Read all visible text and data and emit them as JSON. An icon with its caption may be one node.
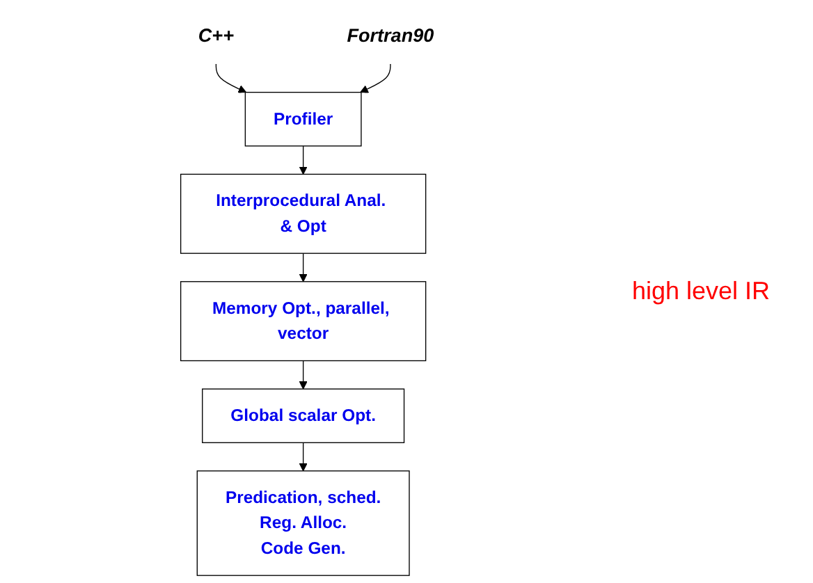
{
  "diagram": {
    "nodes": [
      {
        "text": [
          "C++"
        ]
      },
      {
        "text": [
          "Fortran90"
        ]
      },
      {
        "text": [
          "Profiler"
        ]
      },
      {
        "text": [
          "Interprocedural Anal. & Opt"
        ]
      },
      {
        "text": [
          "Memory Opt., parallel, vector"
        ]
      },
      {
        "text": [
          "Global scalar Opt."
        ]
      },
      {
        "text": [
          "Predication, sched.",
          "Reg. Alloc.",
          "Code Gen."
        ]
      }
    ],
    "edges": [
      {
        "from": 0,
        "to": 2,
        "arrow": "to"
      },
      {
        "from": 1,
        "to": 2,
        "arrow": "to"
      },
      {
        "from": 2,
        "to": 3,
        "arrow": "to"
      },
      {
        "from": 3,
        "to": 4,
        "arrow": "to"
      },
      {
        "from": 4,
        "to": 5,
        "arrow": "to"
      },
      {
        "from": 5,
        "to": 6,
        "arrow": "to"
      }
    ],
    "labels": [
      "high level IR"
    ]
  }
}
